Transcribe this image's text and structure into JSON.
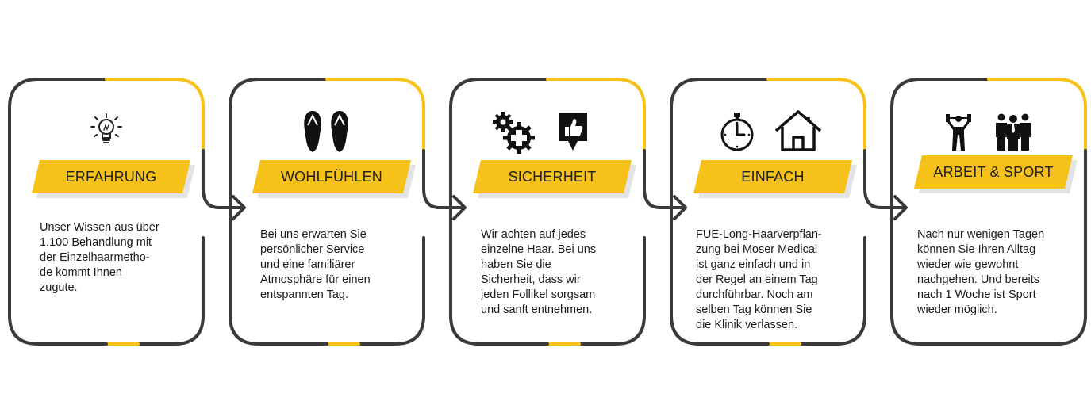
{
  "colors": {
    "accent": "#f6c21a",
    "frame": "#3a3a3a",
    "text": "#1c1c1c"
  },
  "steps": [
    {
      "icon": "lightbulb-icon",
      "label": "ERFAHRUNG",
      "lines": [
        "Unser Wissen aus über",
        "1.100 Behandlung mit",
        "der Einzelhaarmetho-",
        "de kommt Ihnen",
        "zugute."
      ]
    },
    {
      "icon": "flip-flops-icon",
      "label": "WOHLFÜHLEN",
      "lines": [
        "Bei uns erwarten Sie",
        "persönlicher Service",
        "und eine   familiärer",
        "Atmosphäre für einen",
        "entspannten Tag."
      ]
    },
    {
      "icon": "gears-medical-cross-icon",
      "icon2": "thumbs-up-icon",
      "label": "SICHERHEIT",
      "lines": [
        "Wir achten auf jedes",
        "einzelne Haar. Bei uns",
        "haben Sie die",
        "Sicherheit, dass wir",
        "jeden Follikel sorgsam",
        "und sanft entnehmen."
      ]
    },
    {
      "icon": "stopwatch-icon",
      "icon2": "house-icon",
      "label": "EINFACH",
      "lines": [
        "FUE-Long-Haarverpflan-",
        "zung bei Moser Medical",
        "ist ganz einfach und in",
        "der Regel an einem Tag",
        "durchführbar. Noch am",
        "selben Tag können Sie",
        "die Klinik verlassen."
      ]
    },
    {
      "icon": "weightlifter-icon",
      "icon2": "team-icon",
      "label": "ARBEIT & SPORT",
      "lines": [
        "Nach nur wenigen Tagen",
        "können Sie Ihren Alltag",
        "wieder wie gewohnt",
        "nachgehen. Und bereits",
        "nach 1 Woche ist Sport",
        "wieder möglich."
      ]
    }
  ]
}
